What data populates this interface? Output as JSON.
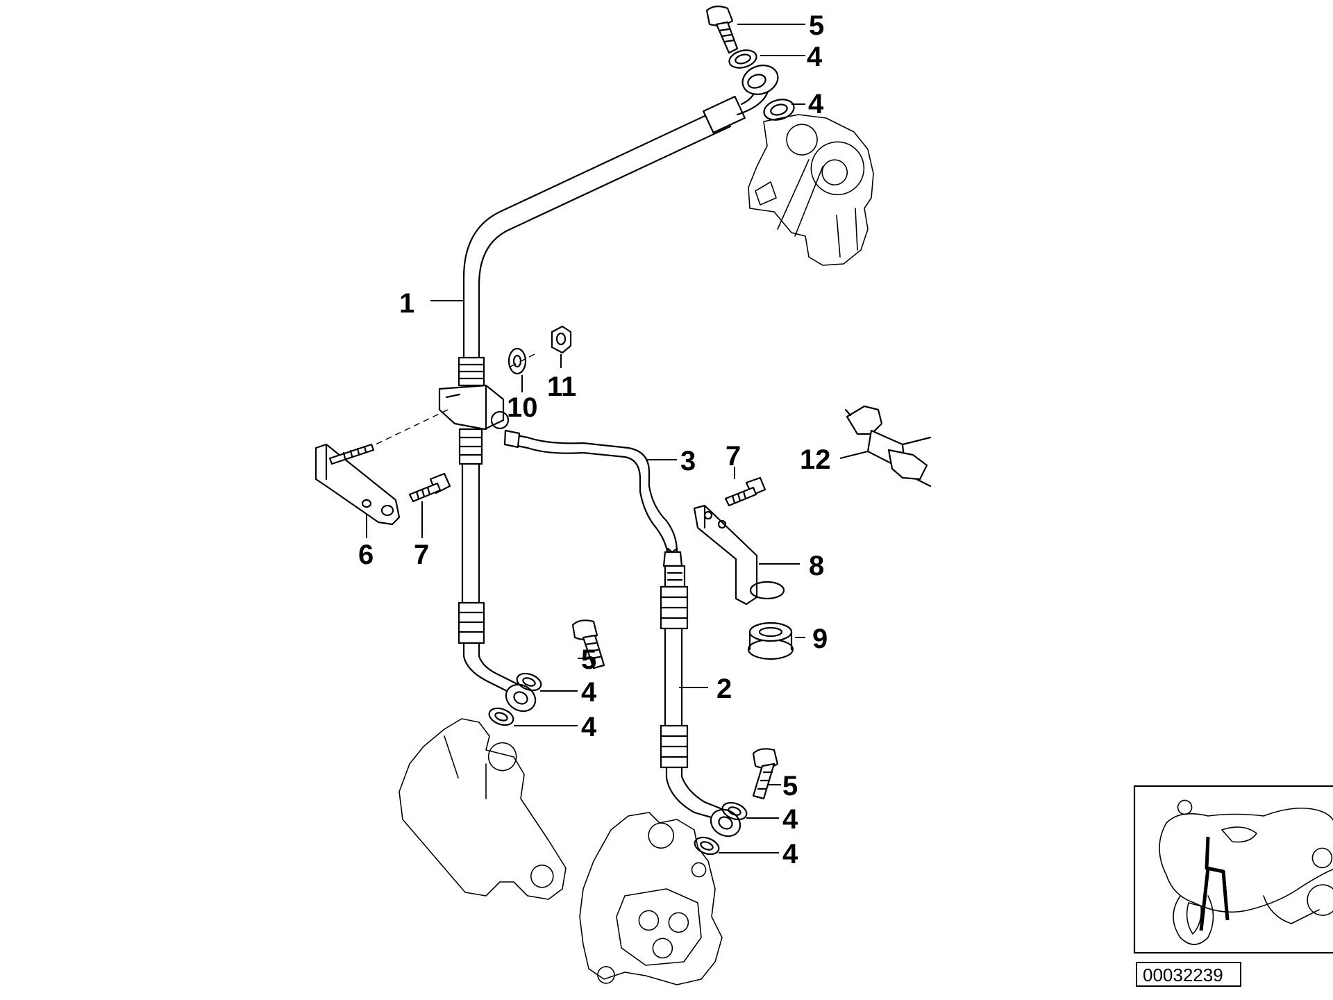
{
  "callouts": [
    {
      "id": "c5-top",
      "label": "5"
    },
    {
      "id": "c4-top1",
      "label": "4"
    },
    {
      "id": "c4-top2",
      "label": "4"
    },
    {
      "id": "c1",
      "label": "1"
    },
    {
      "id": "c10",
      "label": "10"
    },
    {
      "id": "c11",
      "label": "11"
    },
    {
      "id": "c3",
      "label": "3"
    },
    {
      "id": "c7-right",
      "label": "7"
    },
    {
      "id": "c12",
      "label": "12"
    },
    {
      "id": "c6",
      "label": "6"
    },
    {
      "id": "c7-left",
      "label": "7"
    },
    {
      "id": "c8",
      "label": "8"
    },
    {
      "id": "c9",
      "label": "9"
    },
    {
      "id": "c5-mid",
      "label": "5"
    },
    {
      "id": "c4-mid1",
      "label": "4"
    },
    {
      "id": "c4-mid2",
      "label": "4"
    },
    {
      "id": "c2",
      "label": "2"
    },
    {
      "id": "c5-low",
      "label": "5"
    },
    {
      "id": "c4-low1",
      "label": "4"
    },
    {
      "id": "c4-low2",
      "label": "4"
    }
  ],
  "document_number": "00032239"
}
